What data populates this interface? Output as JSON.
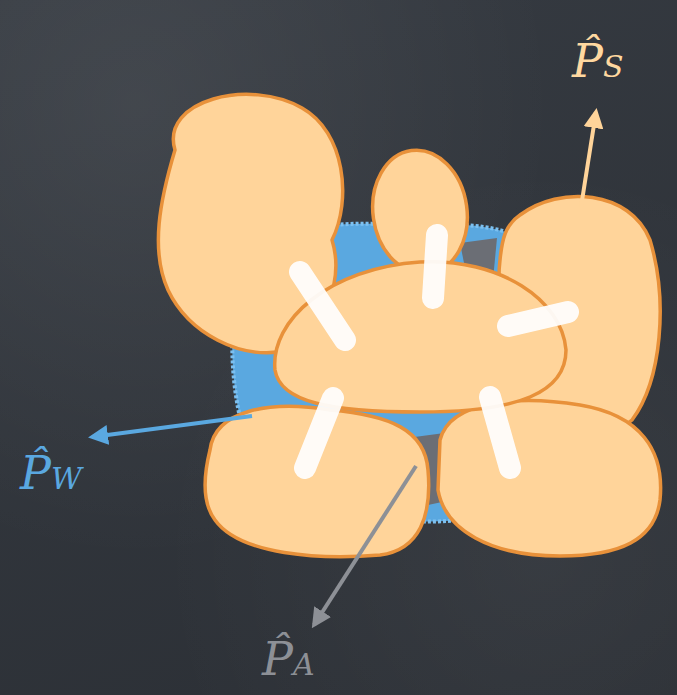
{
  "diagram": {
    "labels": [
      "P̂S",
      "P̂W",
      "P̂A"
    ]
  }
}
